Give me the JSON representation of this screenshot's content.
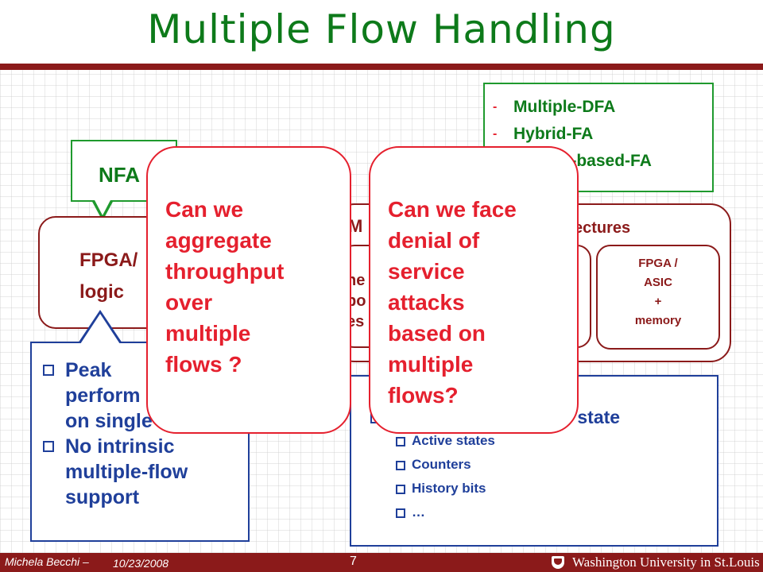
{
  "title": "Multiple Flow Handling",
  "dfa_list": [
    "Multiple-DFA",
    "Hybrid-FA",
    "History-based-FA"
  ],
  "nfa_callout": "NFA",
  "fpga_logic": [
    "FPGA/",
    "logic"
  ],
  "memory_heading_left": "M",
  "memory_heading_right": "ectures",
  "memory_sub_left": [
    "ne",
    "po",
    "es"
  ],
  "memory_sub_right": [
    "FPGA /",
    "ASIC",
    "+",
    "memory"
  ],
  "peak_items": [
    "Peak performance on single flow",
    "No intrinsic multiple-flow support"
  ],
  "peak_visible": [
    "Peak\nperform\non single",
    "No intrinsic\nmultiple-flow\nsupport"
  ],
  "state_main": "flow state",
  "state_items": [
    "Active states",
    "Counters",
    "History bits",
    "…"
  ],
  "question_left": "Can we aggregate throughput over multiple flows ?",
  "question_right": "Can we face denial of service attacks based on multiple flows?",
  "footer": {
    "author": "Michela Becchi –",
    "date": "10/23/2008",
    "page": "7",
    "university": "Washington University in St.Louis"
  },
  "colors": {
    "title_green": "#0d7a1a",
    "dark_red": "#8b1a1a",
    "blue": "#1f3f9a",
    "red": "#e5202e"
  }
}
